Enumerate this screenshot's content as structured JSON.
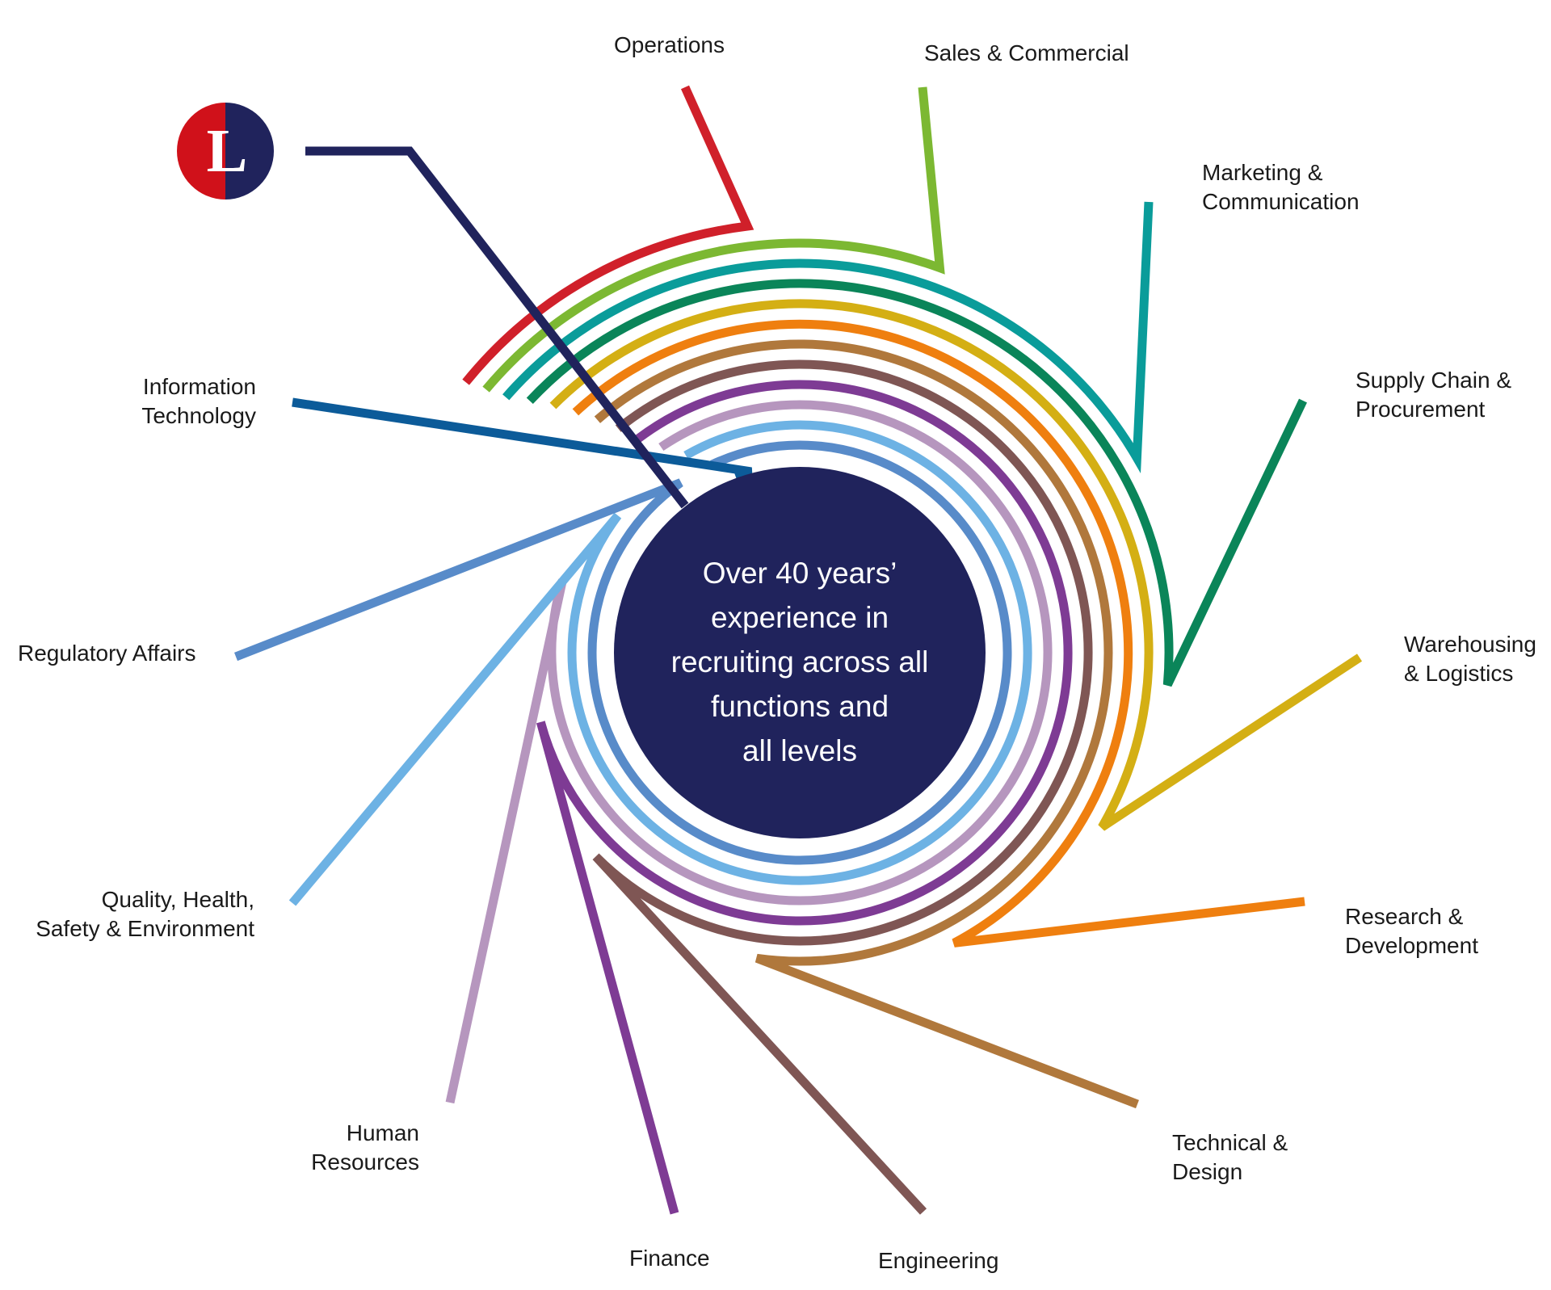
{
  "center": {
    "lines": [
      "Over 40 years’",
      "experience in",
      "recruiting across all",
      "functions and",
      "all levels"
    ],
    "fill": "#20235c"
  },
  "logo": {
    "letter": "L",
    "left_color": "#d0111a",
    "right_color": "#20235c",
    "line_color": "#20235c"
  },
  "functions": [
    {
      "id": "operations",
      "lines": [
        "Operations"
      ],
      "color": "#d0202a"
    },
    {
      "id": "sales-commercial",
      "lines": [
        "Sales & Commercial"
      ],
      "color": "#7cb832"
    },
    {
      "id": "marketing-communication",
      "lines": [
        "Marketing &",
        "Communication"
      ],
      "color": "#0a9c9a"
    },
    {
      "id": "supply-chain-procurement",
      "lines": [
        "Supply Chain &",
        "Procurement"
      ],
      "color": "#0a8559"
    },
    {
      "id": "warehousing-logistics",
      "lines": [
        "Warehousing",
        "& Logistics"
      ],
      "color": "#d4af14"
    },
    {
      "id": "research-development",
      "lines": [
        "Research &",
        "Development"
      ],
      "color": "#ef7f0f"
    },
    {
      "id": "technical-design",
      "lines": [
        "Technical &",
        "Design"
      ],
      "color": "#b0783c"
    },
    {
      "id": "engineering",
      "lines": [
        "Engineering"
      ],
      "color": "#7f5654"
    },
    {
      "id": "finance",
      "lines": [
        "Finance"
      ],
      "color": "#7e3b94"
    },
    {
      "id": "human-resources",
      "lines": [
        "Human",
        "Resources"
      ],
      "color": "#b696be"
    },
    {
      "id": "quality-health-safety-environment",
      "lines": [
        "Quality, Health,",
        "Safety & Environment"
      ],
      "color": "#6db2e4"
    },
    {
      "id": "regulatory-affairs",
      "lines": [
        "Regulatory Affairs"
      ],
      "color": "#588bc9"
    },
    {
      "id": "information-technology",
      "lines": [
        "Information",
        "Technology"
      ],
      "color": "#0c5b99"
    }
  ]
}
